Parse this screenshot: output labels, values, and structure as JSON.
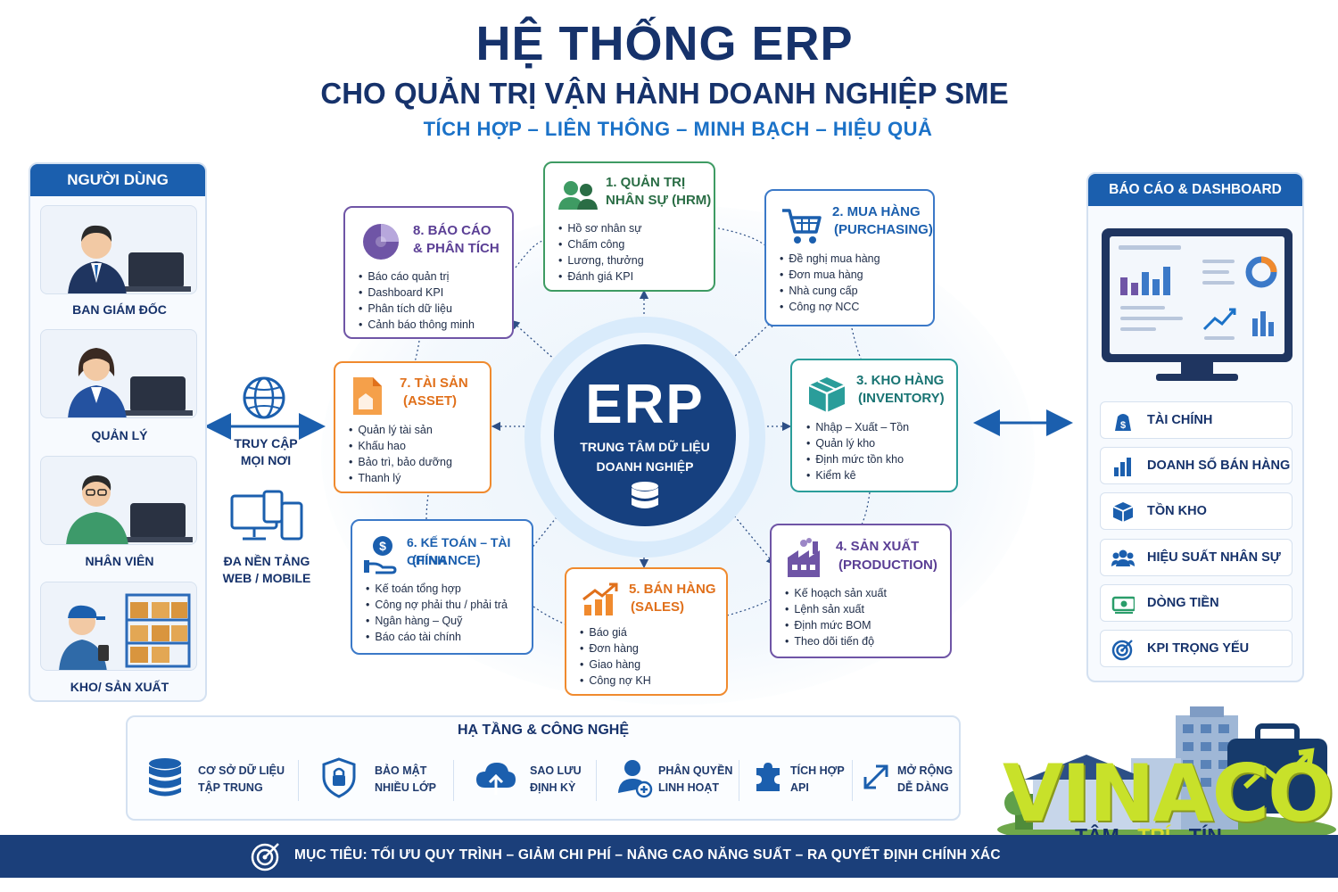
{
  "header": {
    "title": "HỆ THỐNG ERP",
    "subtitle": "CHO QUẢN TRỊ VẬN HÀNH DOANH NGHIỆP SME",
    "tagline": "TÍCH HỢP – LIÊN THÔNG – MINH BẠCH – HIỆU QUẢ"
  },
  "users": {
    "title": "NGƯỜI DÙNG",
    "items": [
      {
        "label": "BAN GIÁM ĐỐC"
      },
      {
        "label": "QUẢN LÝ"
      },
      {
        "label": "NHÂN VIÊN"
      },
      {
        "label": "KHO/ SẢN XUẤT"
      }
    ]
  },
  "access": {
    "anywhere": [
      "TRUY CẬP",
      "MỌI NƠI"
    ],
    "platform": [
      "ĐA NỀN TẢNG",
      "WEB / MOBILE"
    ]
  },
  "center": {
    "title": "ERP",
    "line1": "TRUNG TÂM DỮ LIỆU",
    "line2": "DOANH NGHIỆP"
  },
  "modules": {
    "hrm": {
      "title1": "1. QUẢN TRỊ",
      "title2": "NHÂN SỰ (HRM)",
      "items": [
        "Hồ sơ nhân sự",
        "Chấm công",
        "Lương, thưởng",
        "Đánh giá KPI"
      ]
    },
    "purchasing": {
      "title1": "2. MUA HÀNG",
      "title2": "(PURCHASING)",
      "items": [
        "Đề nghị mua hàng",
        "Đơn mua hàng",
        "Nhà cung cấp",
        "Công nợ NCC"
      ]
    },
    "inventory": {
      "title1": "3. KHO HÀNG",
      "title2": "(INVENTORY)",
      "items": [
        "Nhập – Xuất – Tồn",
        "Quản lý kho",
        "Định mức tồn kho",
        "Kiểm kê"
      ]
    },
    "production": {
      "title1": "4. SẢN XUẤT",
      "title2": "(PRODUCTION)",
      "items": [
        "Kế hoạch sản xuất",
        "Lệnh sản xuất",
        "Định mức BOM",
        "Theo dõi tiến độ"
      ]
    },
    "sales": {
      "title1": "5. BÁN HÀNG",
      "title2": "(SALES)",
      "items": [
        "Báo giá",
        "Đơn hàng",
        "Giao hàng",
        "Công nợ KH"
      ]
    },
    "finance": {
      "title1": "6. KẾ TOÁN – TÀI CHÍNH",
      "title2": "(FINANCE)",
      "items": [
        "Kế toán tổng hợp",
        "Công nợ phải thu / phải trả",
        "Ngân hàng – Quỹ",
        "Báo cáo tài chính"
      ]
    },
    "asset": {
      "title1": "7. TÀI SẢN",
      "title2": "(ASSET)",
      "items": [
        "Quản lý tài sản",
        "Khấu hao",
        "Bảo trì, bảo dưỡng",
        "Thanh lý"
      ]
    },
    "report": {
      "title1": "8. BÁO CÁO",
      "title2": "& PHÂN TÍCH",
      "items": [
        "Báo cáo quản trị",
        "Dashboard KPI",
        "Phân tích dữ liệu",
        "Cảnh báo thông minh"
      ]
    }
  },
  "reports": {
    "title": "BÁO CÁO & DASHBOARD",
    "items": [
      {
        "label": "TÀI CHÍNH",
        "icon": "dollar-icon"
      },
      {
        "label": "DOANH SỐ BÁN HÀNG",
        "icon": "bar-chart-icon"
      },
      {
        "label": "TỒN KHO",
        "icon": "box-icon"
      },
      {
        "label": "HIỆU SUẤT NHÂN SỰ",
        "icon": "people-icon"
      },
      {
        "label": "DÒNG TIỀN",
        "icon": "cash-icon"
      },
      {
        "label": "KPI TRỌNG YẾU",
        "icon": "target-icon"
      }
    ]
  },
  "infra": {
    "title": "HẠ TẦNG & CÔNG NGHỆ",
    "items": [
      {
        "line1": "CƠ SỞ DỮ LIỆU",
        "line2": "TẬP TRUNG"
      },
      {
        "line1": "BẢO MẬT",
        "line2": "NHIỀU LỚP"
      },
      {
        "line1": "SAO LƯU",
        "line2": "ĐỊNH KỲ"
      },
      {
        "line1": "PHÂN QUYỀN",
        "line2": "LINH HOẠT"
      },
      {
        "line1": "TÍCH HỢP",
        "line2": "API"
      },
      {
        "line1": "MỞ RỘNG",
        "line2": "DỄ DÀNG"
      }
    ]
  },
  "footer": {
    "text": "MỤC TIÊU: TỐI ƯU QUY TRÌNH – GIẢM CHI PHÍ – NÂNG CAO NĂNG SUẤT – RA QUYẾT ĐỊNH CHÍNH XÁC"
  },
  "brand": {
    "name": "VINACO",
    "slogan_a": "TÂM - ",
    "slogan_b": "TRÍ",
    "slogan_c": " - TÍN"
  },
  "colors": {
    "navy": "#16326b",
    "accent_blue": "#1b72c8",
    "green": "#3e9b63",
    "purple": "#6f55a6",
    "orange": "#f08a2e",
    "teal": "#2a9d9a",
    "brand_yellow": "#c8e12a"
  }
}
